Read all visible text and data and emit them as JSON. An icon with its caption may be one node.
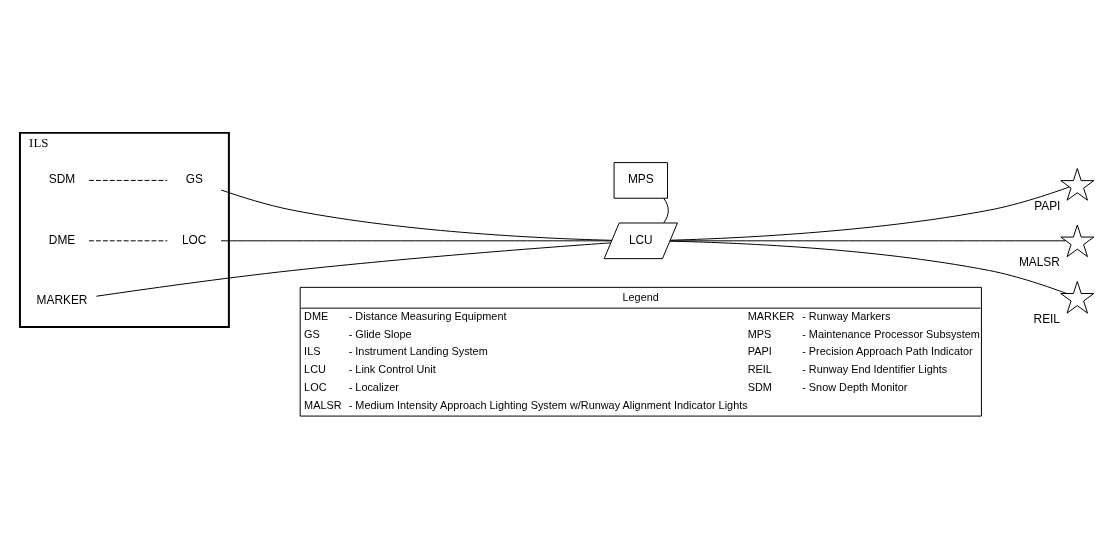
{
  "diagram": {
    "nodes": [
      {
        "text": [
          "ILS"
        ]
      },
      {
        "text": [
          "SDM"
        ],
        "in": 0
      },
      {
        "text": [
          "GS"
        ],
        "in": 0
      },
      {
        "text": [
          "MARKER"
        ],
        "in": 0
      },
      {
        "text": [
          "DME"
        ],
        "in": 0
      },
      {
        "text": [
          "LOC"
        ],
        "in": 0
      },
      {
        "text": [
          "MPS"
        ]
      },
      {
        "text": [
          "LCU"
        ]
      },
      {
        "text": [],
        "shape": "star",
        "beside": [
          "PAPI"
        ]
      },
      {
        "text": [],
        "shape": "star",
        "beside": [
          "MALSR"
        ]
      },
      {
        "text": [],
        "shape": "star",
        "beside": [
          "REIL"
        ]
      }
    ],
    "edges": [
      {
        "from": 1,
        "to": 2,
        "arrow": "none",
        "style": "dashed"
      },
      {
        "from": 4,
        "to": 5,
        "arrow": "none",
        "style": "dashed"
      },
      {
        "from": 2,
        "to": 7,
        "arrow": "none"
      },
      {
        "from": 3,
        "to": 7,
        "arrow": "none"
      },
      {
        "from": 5,
        "to": 7,
        "arrow": "none"
      },
      {
        "from": 6,
        "to": 7,
        "arrow": "none"
      },
      {
        "from": 7,
        "to": 8,
        "arrow": "none"
      },
      {
        "from": 7,
        "to": 9,
        "arrow": "none"
      },
      {
        "from": 7,
        "to": 10,
        "arrow": "none"
      }
    ],
    "labels": [
      "Legend",
      "DME",
      "- Distance Measuring Equipment",
      "MARKER",
      "- Runway Markers",
      "GS",
      "- Glide Slope",
      "MPS",
      "- Maintenance Processor Subsystem",
      "ILS",
      "- Instrument Landing System",
      "PAPI",
      "- Precision Approach Path Indicator",
      "LCU",
      "- Link Control Unit",
      "REIL",
      "- Runway End Identifier Lights",
      "LOC",
      "- Localizer",
      "SDM",
      "- Snow Depth Monitor",
      "MALSR",
      "- Medium Intensity Approach Lighting System w/Runway Alignment Indicator Lights"
    ]
  }
}
